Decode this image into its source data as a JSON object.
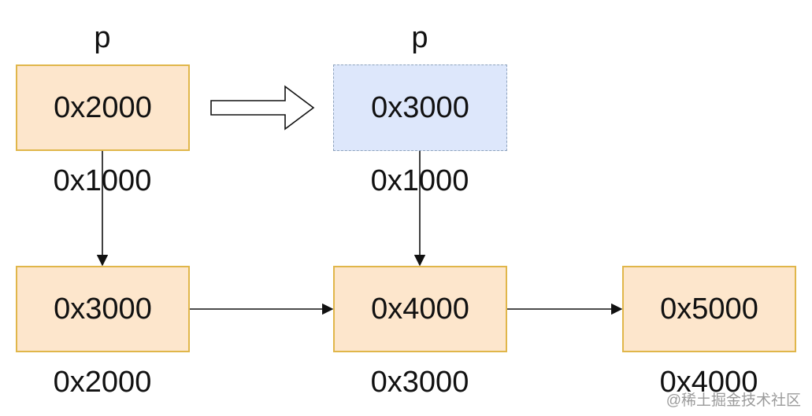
{
  "diagram": {
    "pointer_labels": [
      "p",
      "p"
    ],
    "before": {
      "value": "0x2000",
      "address": "0x1000"
    },
    "after": {
      "value": "0x3000",
      "address": "0x1000"
    },
    "list": [
      {
        "value": "0x3000",
        "address": "0x2000"
      },
      {
        "value": "0x4000",
        "address": "0x3000"
      },
      {
        "value": "0x5000",
        "address": "0x4000"
      }
    ],
    "colors": {
      "node_fill": "#fde6cc",
      "node_border": "#e0b64a",
      "pointer_fill": "#dde7fb",
      "pointer_border": "#8ea3bd",
      "edge": "#111111"
    }
  },
  "watermark": "@稀土掘金技术社区"
}
